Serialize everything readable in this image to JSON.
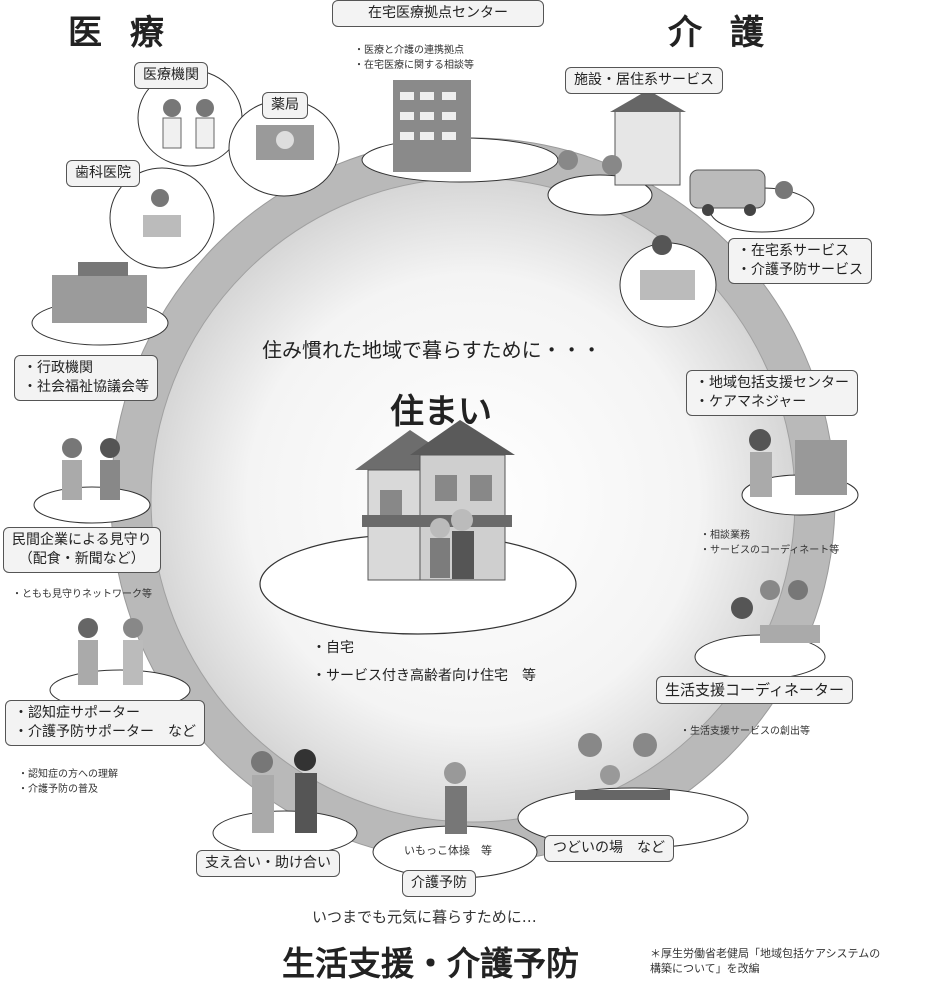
{
  "headings": {
    "medical": "医 療",
    "care": "介 護",
    "housing": "住まい",
    "bottom_title": "生活支援・介護予防"
  },
  "center": {
    "intro": "住み慣れた地域で暮らすために・・・",
    "housing_items": [
      "・自宅",
      "・サービス付き高齢者向け住宅　等"
    ]
  },
  "boxes": {
    "home_medical_center": "在宅医療拠点センター",
    "medical_institution": "医療機関",
    "pharmacy": "薬局",
    "dental_clinic": "歯科医院",
    "facility_services": "施設・居住系サービス",
    "home_services": [
      "・在宅系サービス",
      "・介護予防サービス"
    ],
    "government": [
      "・行政機関",
      "・社会福祉協議会等"
    ],
    "comprehensive_center": [
      "・地域包括支援センター",
      "・ケアマネジャー"
    ],
    "private_watch": [
      "民間企業による見守り",
      "（配食・新聞など）"
    ],
    "supporters": [
      "・認知症サポーター",
      "・介護予防サポーター　など"
    ],
    "life_support_coordinator": "生活支援コーディネーター",
    "mutual_help": "支え合い・助け合い",
    "gathering": "つどいの場　など",
    "care_prevention": "介護予防",
    "exercise": "いもっこ体操　等"
  },
  "notes": {
    "center_roles": [
      "・医療と介護の連携拠点",
      "・在宅医療に関する相談等"
    ],
    "consultation": [
      "・相談業務",
      "・サービスのコーディネート等"
    ],
    "watch_network": "・ともも見守りネットワーク等",
    "coordinator_role": "・生活支援サービスの創出等",
    "supporter_roles": [
      "・認知症の方への理解",
      "・介護予防の普及"
    ]
  },
  "footer": {
    "tagline": "いつまでも元気に暮らすために…",
    "source": [
      "＊厚生労働省老健局「地域包括ケアシステムの",
      "構築について」を改編"
    ]
  },
  "colors": {
    "ring": "#b8b8b8",
    "ring_inner": "#ececec",
    "box_bg": "#f3f3f3",
    "box_border": "#555555"
  }
}
